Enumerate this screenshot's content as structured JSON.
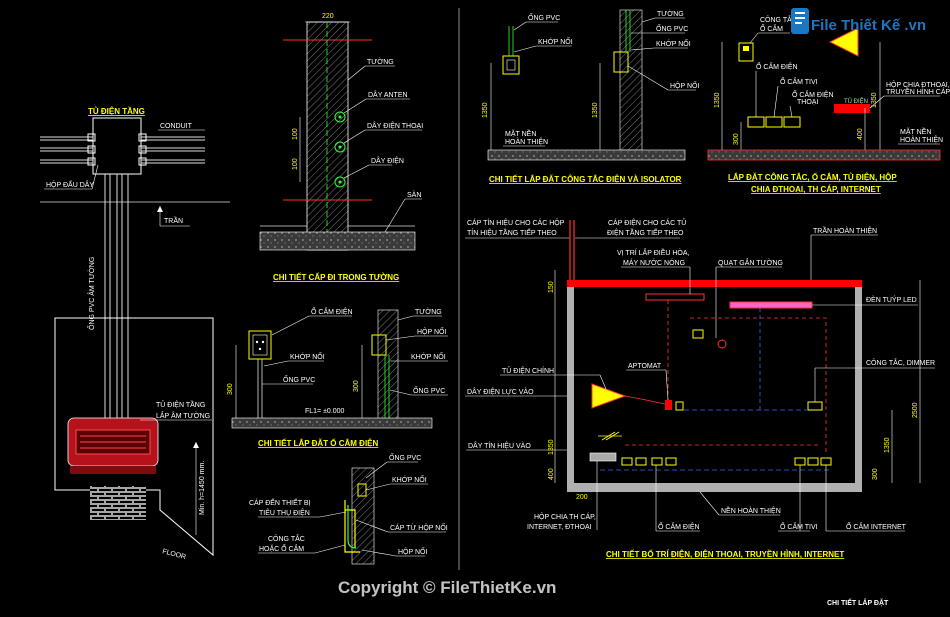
{
  "watermark": {
    "logo_text": "File Thiết Kế .vn",
    "copyright": "Copyright © FileThietKe.vn"
  },
  "footer_label": "CHI TIẾT LẮP ĐẶT",
  "panel_tu_dien": {
    "title": "TỦ ĐIỆN TẦNG",
    "conduit": "CONDUIT",
    "hop_dau_day": "HỘP ĐẤU DÂY",
    "tran": "TRẦN",
    "ong_pvc": "ỐNG PVC ÂM TƯỜNG",
    "tu_dien_label_1": "TỦ ĐIỆN TẦNG",
    "tu_dien_label_2": "LẮP ÂM TƯỜNG",
    "height_dim": "Min. h=1450 mm.",
    "floor": "FLOOR"
  },
  "panel_cap_trong_tuong": {
    "title": "CHI TIẾT CẤP ĐI TRONG TƯỜNG",
    "dim_top": "220",
    "tuong": "TƯỜNG",
    "day_anten": "DÂY ANTEN",
    "day_dien_thoai": "DÂY ĐIỆN THOẠI",
    "day_dien": "DÂY ĐIỆN",
    "san": "SÀN",
    "dim_1": "100",
    "dim_2": "100"
  },
  "panel_o_cam": {
    "title": "CHI TIẾT LẮP ĐẶT Ổ CẮM ĐIỆN",
    "o_cam_dien": "Ổ CẮM ĐIỆN",
    "tuong": "TƯỜNG",
    "hop_noi_1": "HỘP NỐI",
    "khop_noi_left": "KHỚP NỐI",
    "khop_noi_right": "KHỚP NỐI",
    "ong_pvc_left": "ỐNG PVC",
    "ong_pvc_right": "ỐNG PVC",
    "dim_300_left": "300",
    "dim_300_right": "300",
    "fl": "FL1= ±0.000"
  },
  "panel_cap_thiet_bi": {
    "ong_pvc": "ỐNG PVC",
    "khop_noi": "KHỚP NỐI",
    "cap_den_1": "CÁP ĐẾN THIẾT BỊ",
    "cap_den_2": "TIÊU THỤ ĐIỆN",
    "cap_tu_hop_noi": "CÁP TỪ HỘP NỐI",
    "cong_tac_1": "CÔNG TẮC",
    "cong_tac_2": "HOẶC Ổ CẮM",
    "hop_noi": "HỘP NỐI"
  },
  "panel_isolator": {
    "title": "CHI TIẾT LẮP ĐẶT CÔNG TẮC ĐIỆN VÀ ISOLATOR",
    "ong_pvc_left": "ỐNG PVC",
    "khop_noi_left": "KHỚP NỐI",
    "tuong": "TƯỜNG",
    "ong_pvc_right": "ỐNG PVC",
    "khop_noi_right": "KHỚP NỐI",
    "hop_noi": "HỘP NỐI",
    "dim_left": "1350",
    "dim_right": "1350",
    "mat_nen_1": "MẶT NỀN",
    "mat_nen_2": "HOÀN THIỆN"
  },
  "panel_tong_hop": {
    "title_1": "LẮP ĐẶT CÔNG TẮC, Ổ CẮM, TỦ ĐIỆN, HỘP",
    "title_2": "CHIA ĐTHOẠI, TH CÁP, INTERNET",
    "cong_tac_1": "CÔNG TẮC",
    "cong_tac_2": "Ổ CẮM",
    "o_cam_dien": "Ổ CẮM ĐIỆN",
    "o_cam_tivi": "Ổ CẮM TIVI",
    "o_cam_dt_1": "Ổ CẮM ĐIỆN",
    "o_cam_dt_2": "THOẠI",
    "tu_dien": "TỦ ĐIỆN",
    "hop_chia_1": "HỘP CHIA ĐTHOẠI,",
    "hop_chia_2": "TRUYỀN HÌNH CÁP",
    "dim_1350_left": "1350",
    "dim_1350_right": "1350",
    "dim_300": "300",
    "dim_400": "400",
    "mat_nen_1": "MẶT NỀN",
    "mat_nen_2": "HOÀN THIỆN"
  },
  "panel_bo_tri": {
    "title": "CHI TIẾT BỐ TRÍ ĐIỆN, ĐIỆN THOẠI, TRUYỀN HÌNH, INTERNET",
    "cap_tin_hieu_1": "CÁP TÍN HIỆU CHO CÁC HỘP",
    "cap_tin_hieu_2": "TÍN HIỆU TẦNG TIẾP THEO",
    "cap_dien_1": "CÁP ĐIỆN CHO CÁC TỦ",
    "cap_dien_2": "ĐIỆN TẦNG TIẾP THEO",
    "tran_hoan_thien": "TRẦN HOÀN THIỆN",
    "vi_tri_1": "VỊ TRÍ LẮP ĐIỀU HÒA,",
    "vi_tri_2": "MÁY NƯỚC NÓNG",
    "quat": "QUẠT GẮN TƯỜNG",
    "den_tuyp": "ĐÈN TUÝP LED",
    "tu_dien_chinh": "TỦ ĐIỆN CHÍNH",
    "aptomat": "APTOMAT",
    "cong_tac_dimmer": "CÔNG TẮC, DIMMER",
    "day_dien_luc": "DÂY ĐIỆN LỰC VÀO",
    "day_tin_hieu": "DÂY TÍN HIỆU VÀO",
    "dim_150": "150",
    "dim_1350": "1350",
    "dim_400": "400",
    "dim_2500": "2500",
    "dim_1350_right": "1350",
    "dim_300": "300",
    "dim_200": "200",
    "nen_hoan_thien": "NỀN HOÀN THIỆN",
    "hop_chia_1": "HỘP CHIA TH CÁP,",
    "hop_chia_2": "INTERNET, ĐTHOẠI",
    "o_cam_dien": "Ổ CẮM ĐIỆN",
    "o_cam_tivi": "Ổ CẮM TIVI",
    "o_cam_internet": "Ổ CẮM INTERNET"
  }
}
